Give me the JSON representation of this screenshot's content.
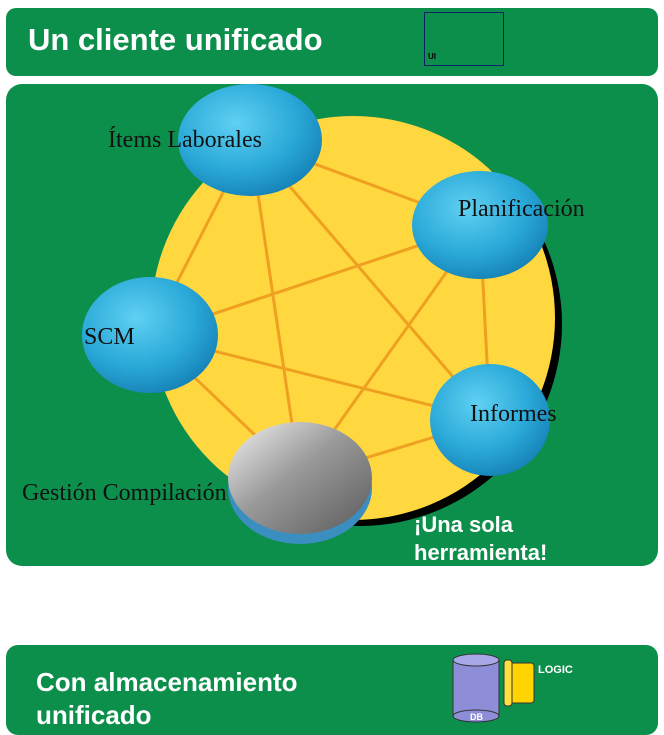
{
  "header": {
    "title": "Un cliente unificado",
    "ui_label": "UI"
  },
  "nodes": [
    {
      "label": "Ítems Laborales"
    },
    {
      "label": "Planificación"
    },
    {
      "label": "SCM"
    },
    {
      "label": "Informes"
    },
    {
      "label": "Gestión Compilación"
    }
  ],
  "tagline": {
    "line1": "¡Una sola",
    "line2": "herramienta!"
  },
  "footer": {
    "title_line1": "Con almacenamiento",
    "title_line2": "unificado",
    "logic_label": "LOGIC",
    "db_label": "DB"
  },
  "colors": {
    "green": "#0d8f4c",
    "yellow": "#ffd840",
    "edge": "#f0a020",
    "node_blue": "#2aa9d8"
  }
}
